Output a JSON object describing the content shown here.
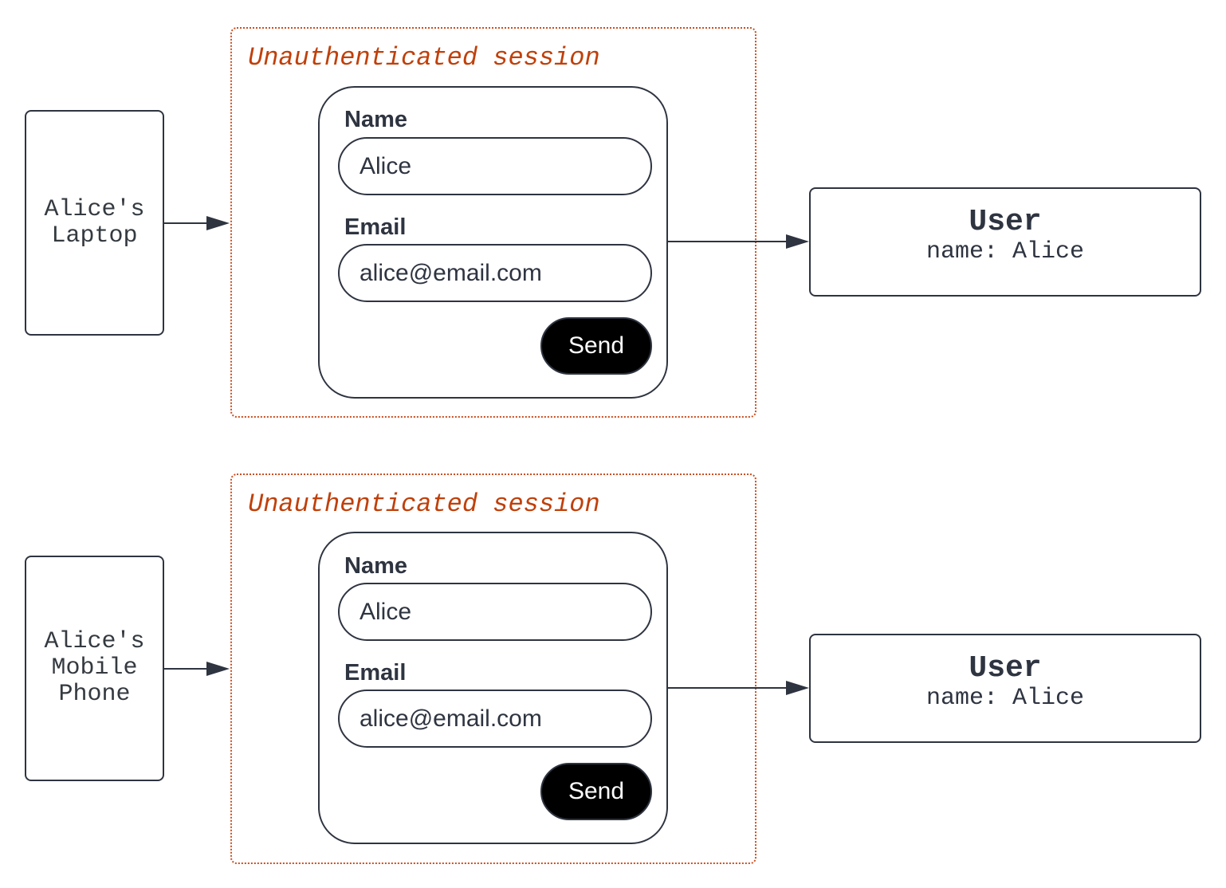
{
  "rows": [
    {
      "device": "Alice's\nLaptop",
      "session_title": "Unauthenticated session",
      "form": {
        "name_label": "Name",
        "name_value": "Alice",
        "email_label": "Email",
        "email_value": "alice@email.com",
        "send_label": "Send"
      },
      "user": {
        "title": "User",
        "attr": "name: Alice"
      }
    },
    {
      "device": "Alice's\nMobile\nPhone",
      "session_title": "Unauthenticated session",
      "form": {
        "name_label": "Name",
        "name_value": "Alice",
        "email_label": "Email",
        "email_value": "alice@email.com",
        "send_label": "Send"
      },
      "user": {
        "title": "User",
        "attr": "name: Alice"
      }
    }
  ],
  "colors": {
    "stroke": "#2e3440",
    "session_border": "#cc4e1f",
    "session_title": "#c0400a",
    "send_bg": "#000000"
  }
}
